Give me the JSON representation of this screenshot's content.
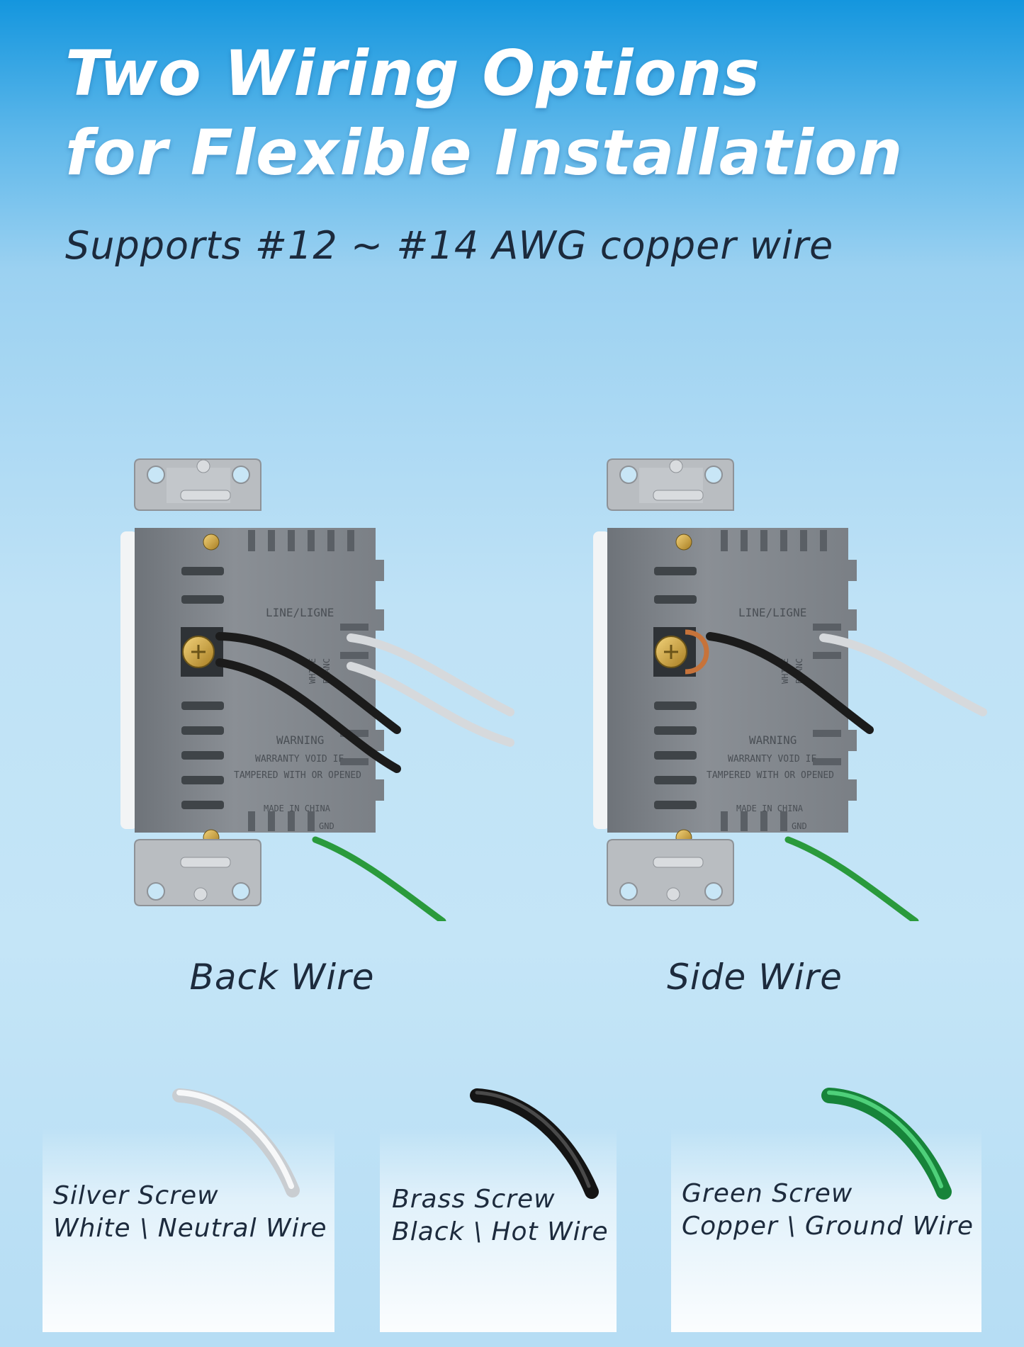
{
  "header": {
    "title_line1": "Two Wiring Options",
    "title_line2": "for Flexible Installation",
    "subtitle": "Supports #12 ~ #14 AWG copper wire"
  },
  "receptacle_print": {
    "line": "LINE/LIGNE",
    "white": "WHITE",
    "blanc": "BLANC",
    "warning": "WARNING",
    "warranty": "WARRANTY VOID IF",
    "tampered": "TAMPERED WITH OR OPENED",
    "made_in": "MADE IN CHINA",
    "gnd": "GND"
  },
  "options": [
    {
      "caption": "Back Wire"
    },
    {
      "caption": "Side Wire"
    }
  ],
  "legend": [
    {
      "line1": "Silver Screw",
      "line2": "White \\ Neutral Wire",
      "wire_color": "#e6e8ea"
    },
    {
      "line1": "Brass Screw",
      "line2": "Black \\ Hot Wire",
      "wire_color": "#1e1e1e"
    },
    {
      "line1": "Green Screw",
      "line2": "Copper \\ Ground Wire",
      "wire_color": "#1f9e46"
    }
  ],
  "colors": {
    "housing": "#7f848a",
    "strap": "#b4b8bc",
    "brass": "#c9a13a",
    "ground_wire": "#2a9a3c"
  }
}
